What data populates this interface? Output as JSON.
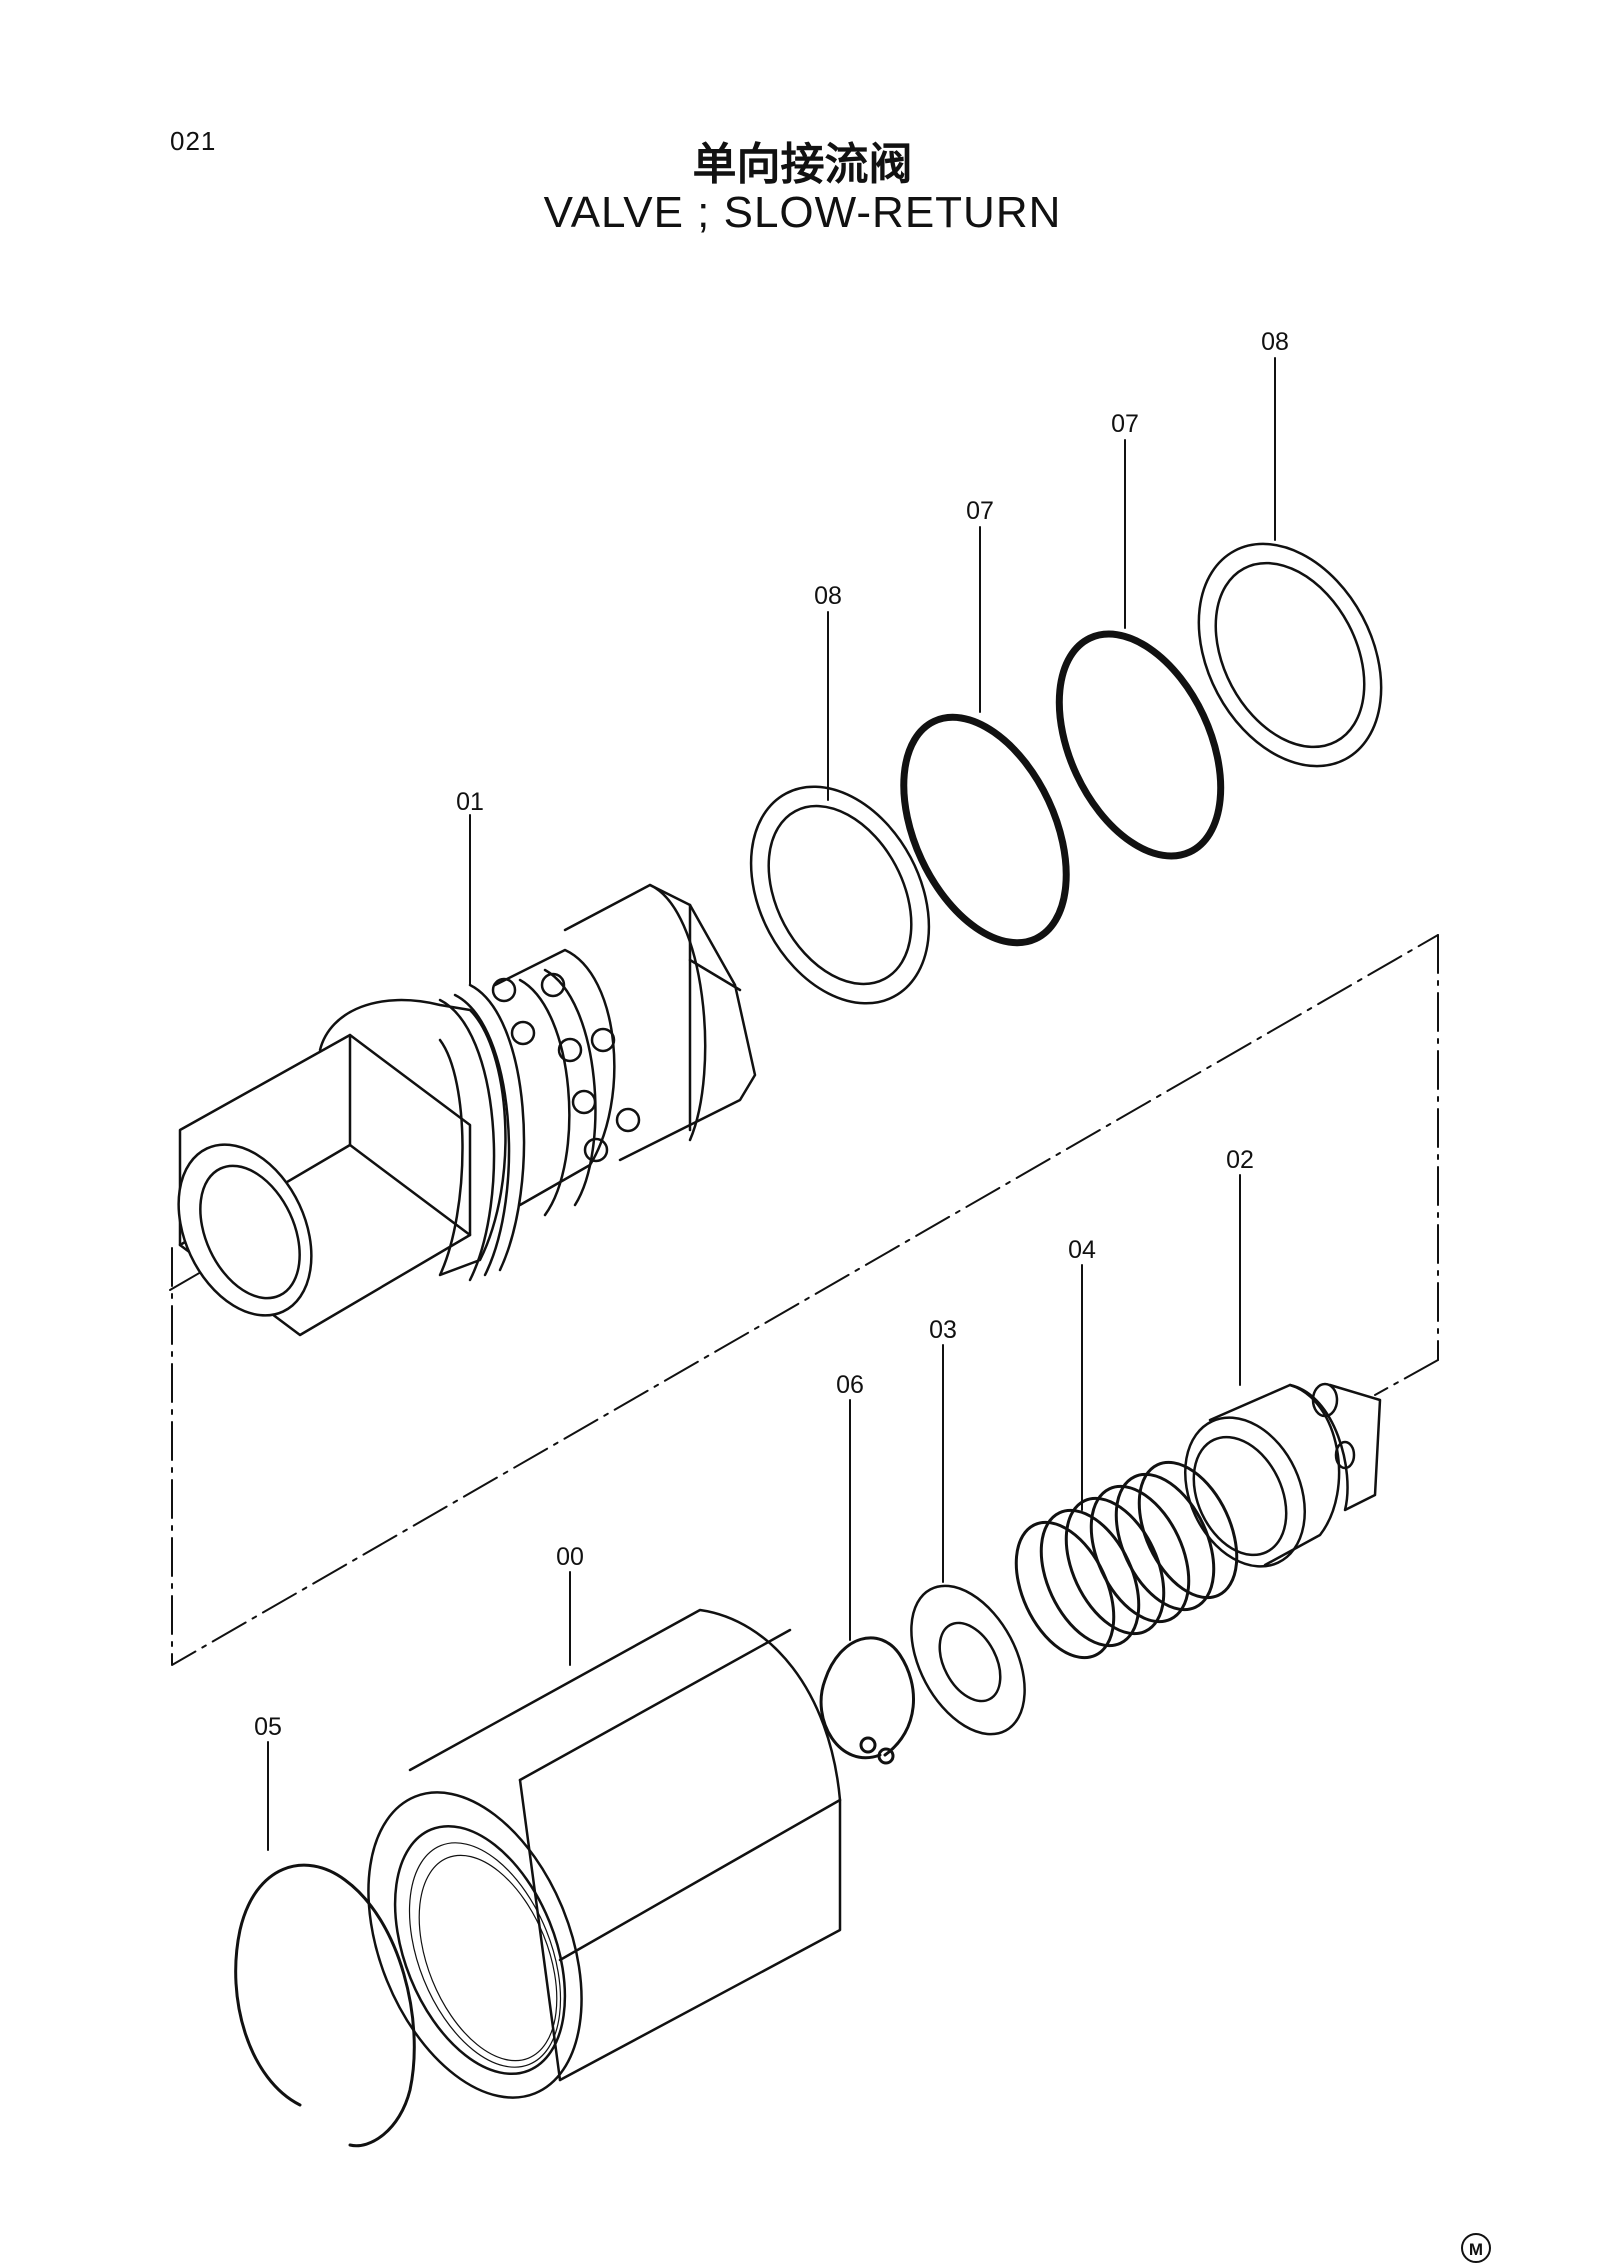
{
  "page": {
    "number": "021",
    "title_cn": "单向接流阀",
    "title_en": "VALVE ; SLOW-RETURN",
    "manufacturer_mark": "M"
  },
  "parts": [
    {
      "key": "p01",
      "label": "01"
    },
    {
      "key": "p08a",
      "label": "08"
    },
    {
      "key": "p07a",
      "label": "07"
    },
    {
      "key": "p07b",
      "label": "07"
    },
    {
      "key": "p08b",
      "label": "08"
    },
    {
      "key": "p02",
      "label": "02"
    },
    {
      "key": "p04",
      "label": "04"
    },
    {
      "key": "p03",
      "label": "03"
    },
    {
      "key": "p06",
      "label": "06"
    },
    {
      "key": "p00",
      "label": "00"
    },
    {
      "key": "p05",
      "label": "05"
    }
  ],
  "colors": {
    "ink": "#111111",
    "paper": "#ffffff"
  }
}
